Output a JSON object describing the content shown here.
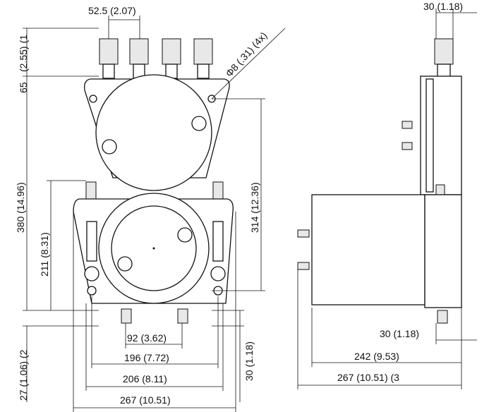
{
  "labels": {
    "top_spacing": "52.5 (2.07)",
    "side_top_width": "30 (1.18)",
    "connector_height_1": "(2.55) (1",
    "connector_height_65": "65",
    "hole_spec": "Φ8 (.31) (4x)",
    "overall_height": "380 (14.96)",
    "lower_height": "211 (8.31)",
    "mount_height": "314 (12.36)",
    "bottom_pitch": "92 (3.62)",
    "width_196": "196 (7.72)",
    "width_206": "206 (8.11)",
    "width_267": "267 (10.51)",
    "left_27": "27 (1.06) (2",
    "right_30": "30 (1.18)",
    "side_bottom_30": "30 (1.18)",
    "side_242": "242 (9.53)",
    "side_267": "267 (10.51) (3"
  }
}
